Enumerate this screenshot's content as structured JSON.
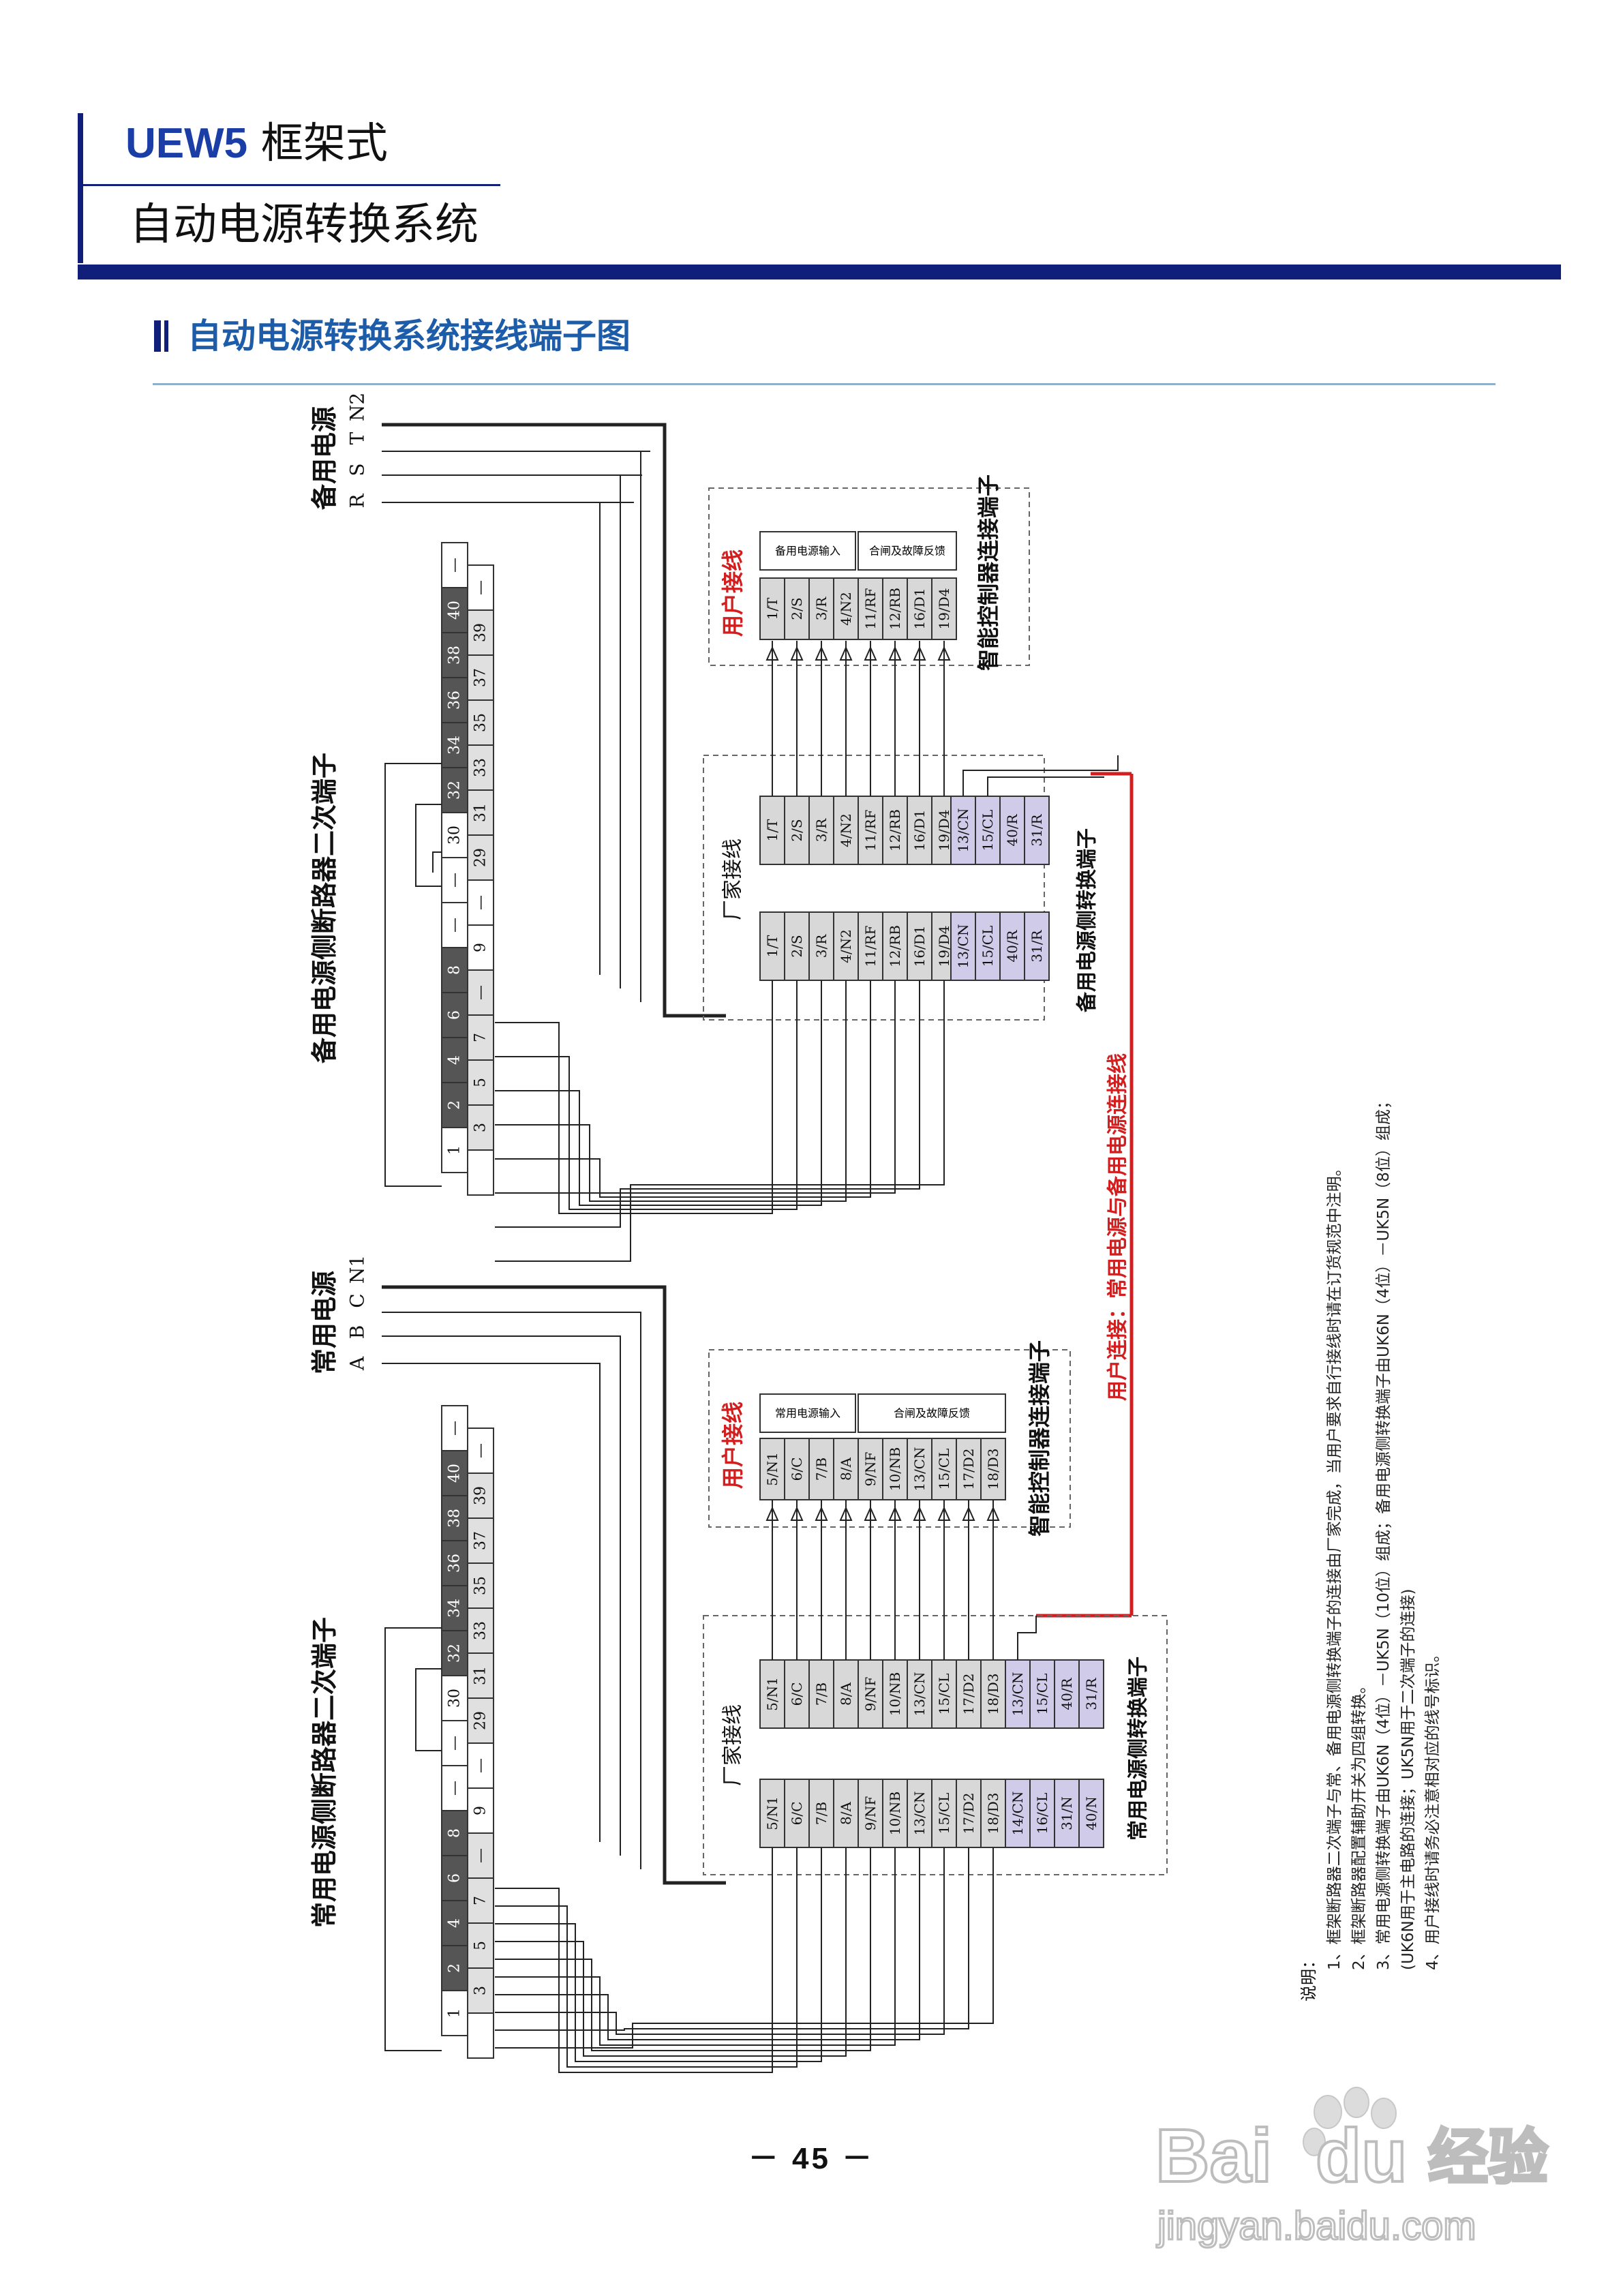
{
  "header": {
    "model": "UEW5",
    "model_suffix": "框架式",
    "subtitle": "自动电源转换系统"
  },
  "section_title": "自动电源转换系统接线端子图",
  "page_number": "－ 45 －",
  "watermark": {
    "brand": "Bai",
    "brand2": "du",
    "cn": "经验",
    "url": "jingyan.baidu.com"
  },
  "colors": {
    "header_blue": "#0f1f7a",
    "title_blue": "#1d5ca8",
    "link_red": "#d21e1e",
    "cell_gray": "#d8d8d8",
    "cell_purple": "#cfcbe8"
  },
  "diagram": {
    "backup_source": {
      "title": "备用电源",
      "phases": [
        "R",
        "S",
        "T",
        "N2"
      ]
    },
    "normal_source": {
      "title": "常用电源",
      "phases": [
        "A",
        "B",
        "C",
        "N1"
      ]
    },
    "backup_breaker_label": "备用电源侧断路器二次端子",
    "normal_breaker_label": "常用电源侧断路器二次端子",
    "terminal_top_row": [
      "—",
      "40",
      "38",
      "36",
      "34",
      "32",
      "30",
      "—",
      "—",
      "8",
      "6",
      "4",
      "2",
      "1"
    ],
    "terminal_bottom_row": [
      "—",
      "39",
      "37",
      "35",
      "33",
      "31",
      "29",
      "—",
      "9",
      "—",
      "7",
      "5",
      "3",
      ""
    ],
    "factory_wiring": "厂家接线",
    "user_wiring": "用户接线",
    "controller_terminal": "智能控制器连接端子",
    "backup_switch_terminal": "备用电源侧转换端子",
    "normal_switch_terminal": "常用电源侧转换端子",
    "red_link": "用户连接：常用电源与备用电源连接线",
    "header_input_backup": "备用电源输入",
    "header_input_normal": "常用电源输入",
    "header_feedback": "合闸及故障反馈",
    "backup_ctrl": [
      "1/T",
      "2/S",
      "3/R",
      "4/N2",
      "11/RF",
      "12/RB",
      "16/D1",
      "19/D4"
    ],
    "backup_factory_a": [
      "1/T",
      "2/S",
      "3/R",
      "4/N2",
      "11/RF",
      "12/RB",
      "16/D1",
      "19/D4",
      "13/CN",
      "15/CL",
      "40/R",
      "31/R"
    ],
    "backup_factory_b": [
      "1/T",
      "2/S",
      "3/R",
      "4/N2",
      "11/RF",
      "12/RB",
      "16/D1",
      "19/D4",
      "13/CN",
      "15/CL",
      "40/R",
      "31/R"
    ],
    "normal_ctrl": [
      "5/N1",
      "6/C",
      "7/B",
      "8/A",
      "9/NF",
      "10/NB",
      "13/CN",
      "15/CL",
      "17/D2",
      "18/D3"
    ],
    "normal_factory_a": [
      "5/N1",
      "6/C",
      "7/B",
      "8/A",
      "9/NF",
      "10/NB",
      "13/CN",
      "15/CL",
      "17/D2",
      "18/D3",
      "13/CN",
      "15/CL",
      "40/R",
      "31/R"
    ],
    "normal_factory_b": [
      "5/N1",
      "6/C",
      "7/B",
      "8/A",
      "9/NF",
      "10/NB",
      "13/CN",
      "15/CL",
      "17/D2",
      "18/D3",
      "14/CN",
      "16/CL",
      "31/N",
      "40/N"
    ]
  },
  "notes": {
    "heading": "说明：",
    "items": [
      "1、框架断路器二次端子与常、备用电源侧转换端子的连接由厂家完成，当用户要求自行接线时请在订货规范中注明。",
      "2、框架断路器配置辅助开关为四组转换。",
      "3、常用电源侧转换端子由UK6N（4位）－UK5N（10位）组成；备用电源侧转换端子由UK6N（4位）－UK5N（8位）组成；",
      "(UK6N用于主电路的连接；UK5N用于二次端子的连接)",
      "4、用户接线时请务必注意相对应的线号标识。"
    ]
  }
}
